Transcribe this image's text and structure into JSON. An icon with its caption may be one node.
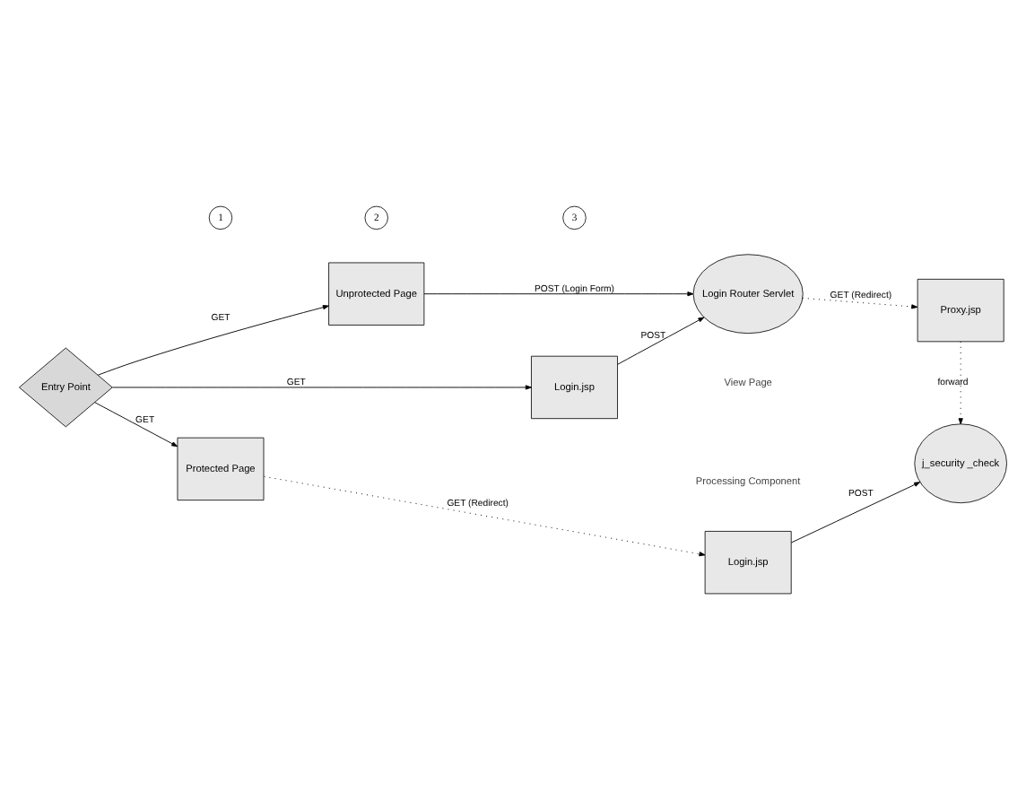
{
  "diagram": {
    "nodes": [
      {
        "text": [
          "Entry Point"
        ]
      },
      {
        "text": [
          "1"
        ]
      },
      {
        "text": [
          "Protected Page"
        ]
      },
      {
        "text": [
          "Login.jsp"
        ]
      },
      {
        "text": [
          "j_security _check"
        ]
      },
      {
        "text": [
          "2"
        ]
      },
      {
        "text": [
          "Unprotected Page"
        ]
      },
      {
        "text": [
          "Login Router Servlet"
        ]
      },
      {
        "text": [
          "Proxy.jsp"
        ]
      },
      {
        "text": [
          "3"
        ]
      },
      {
        "text": [
          "Login.jsp"
        ]
      }
    ],
    "edges": [
      {
        "from": 0,
        "to": 2,
        "arrow": "to",
        "label": "GET"
      },
      {
        "from": 2,
        "to": 3,
        "arrow": "to",
        "label": "GET (Redirect)",
        "style": "dashed"
      },
      {
        "from": 3,
        "to": 4,
        "arrow": "to",
        "label": "POST"
      },
      {
        "from": 0,
        "to": 6,
        "arrow": "to",
        "label": "GET"
      },
      {
        "from": 6,
        "to": 7,
        "arrow": "to",
        "label": "POST (Login Form)"
      },
      {
        "from": 7,
        "to": 8,
        "arrow": "to",
        "label": "GET (Redirect)",
        "style": "dashed"
      },
      {
        "from": 8,
        "to": 4,
        "arrow": "to",
        "label": "forward",
        "style": "dashed"
      },
      {
        "from": 0,
        "to": 10,
        "arrow": "to",
        "label": "GET"
      },
      {
        "from": 10,
        "to": 7,
        "arrow": "to",
        "label": "POST"
      }
    ],
    "legend": [
      {
        "text": "View Page"
      },
      {
        "text": "Processing Component"
      }
    ]
  }
}
